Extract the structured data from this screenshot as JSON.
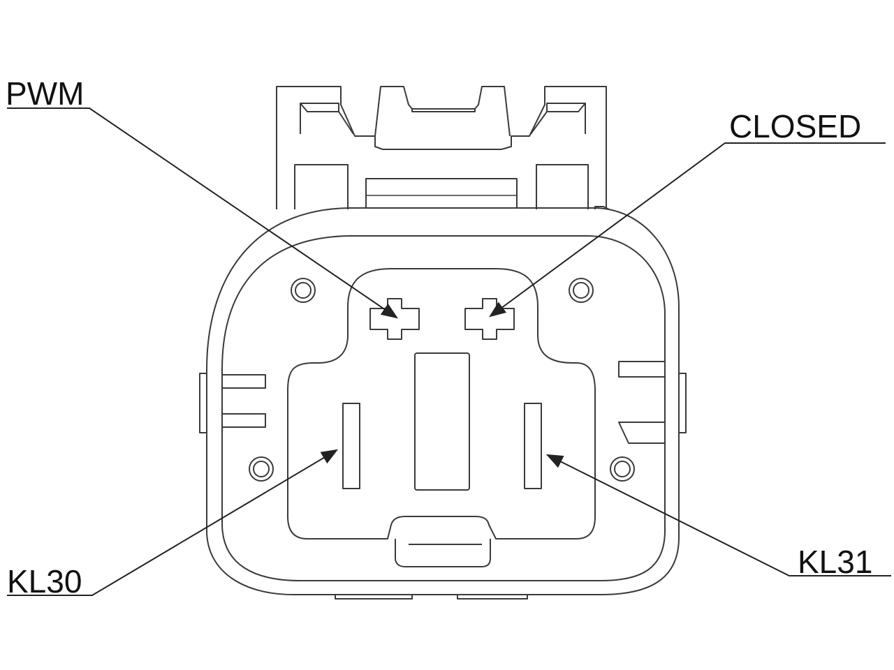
{
  "labels": {
    "pwm": "PWM",
    "closed": "CLOSED",
    "kl30": "KL30",
    "kl31": "KL31"
  },
  "colors": {
    "line": "#3a3a3a",
    "text": "#111111",
    "background": "#ffffff"
  }
}
